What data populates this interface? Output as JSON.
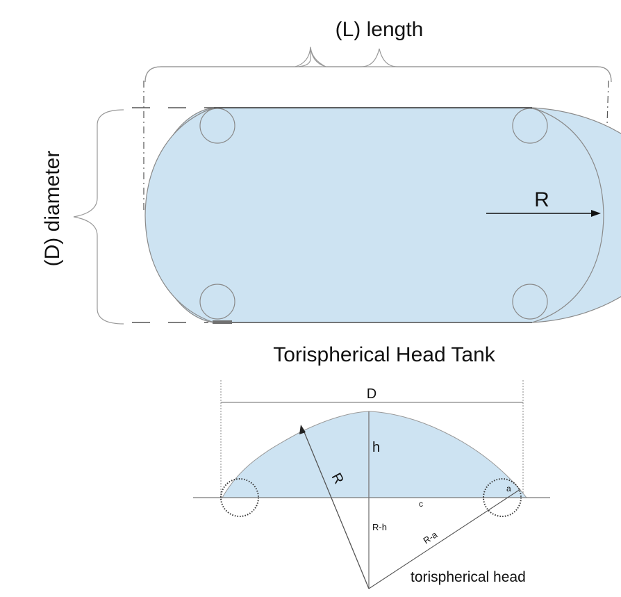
{
  "figure": {
    "title": "Torispherical Head Tank",
    "colors": {
      "fill": "#cde3f2",
      "outline": "#8a8a8a",
      "line": "#555555",
      "text": "#111111"
    }
  },
  "tank_view": {
    "length_label": "(L) length",
    "diameter_label": "(D) diameter",
    "radius_label": "R"
  },
  "head_view": {
    "diameter_label": "D",
    "height_label": "h",
    "radius_label": "R",
    "c_label": "c",
    "a_label": "a",
    "r_minus_h_label": "R-h",
    "r_minus_a_label": "R-a",
    "caption": "torispherical head"
  }
}
